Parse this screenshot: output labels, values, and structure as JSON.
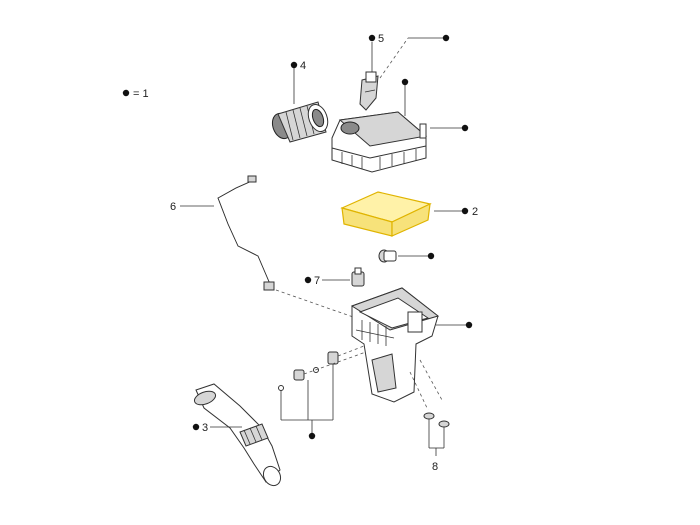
{
  "legend": {
    "text": "= 1"
  },
  "callouts": {
    "c2": "2",
    "c3": "3",
    "c4": "4",
    "c5": "5",
    "c6": "6",
    "c7": "7",
    "c8": "8"
  },
  "colors": {
    "highlight_fill": "#fff2a8",
    "highlight_stroke": "#e0b400"
  },
  "icons": {
    "bullet": "filled-dot-icon"
  }
}
